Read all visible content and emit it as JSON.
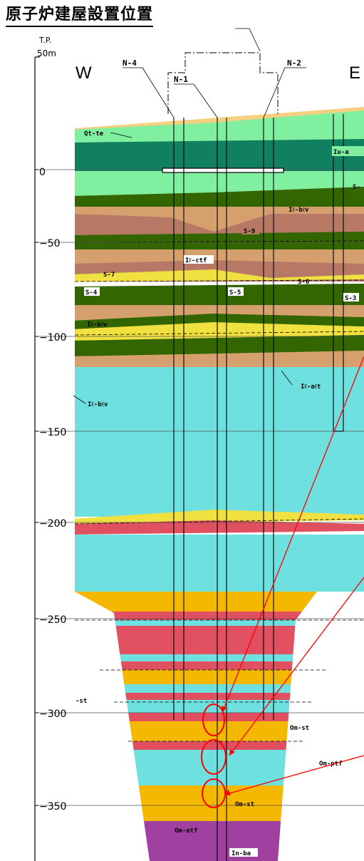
{
  "title": "原子炉建屋設置位置",
  "axis": {
    "unit_top": "T.P.",
    "unit_bottom": "50m",
    "ticks": [
      {
        "value": 0,
        "label": "0"
      },
      {
        "value": -50,
        "label": "−50"
      },
      {
        "value": -100,
        "label": "−100"
      },
      {
        "value": -150,
        "label": "−150"
      },
      {
        "value": -200,
        "label": "−200"
      },
      {
        "value": -250,
        "label": "−250"
      },
      {
        "value": -300,
        "label": "−300"
      },
      {
        "value": -350,
        "label": "−350"
      }
    ]
  },
  "directions": {
    "west": "W",
    "east": "E"
  },
  "boreholes": [
    "N-4",
    "N-1",
    "N-2"
  ],
  "labels": {
    "qt_te": "Qt-te",
    "iu_a": "Iu-a",
    "s_partial": "S-",
    "il_blv_a": "Iℓ-bℓv",
    "s9": "S-9",
    "il_ctf": "Iℓ-ctf",
    "s7": "S-7",
    "s6": "S-6",
    "s4": "S-4",
    "s5": "S-5",
    "s3": "S-3",
    "il_blv_b": "Iℓ-bℓv",
    "il_alt": "Iℓ-aℓt",
    "il_blv_c": "Iℓ-bℓv",
    "st_left": "-st",
    "om_st_a": "Om-st",
    "om_ptf": "Om-ptf",
    "om_st_b": "Om-st",
    "om_atf": "Om-atf",
    "in_ba": "In-ba"
  },
  "colors": {
    "light_green": "#80f0a0",
    "dark_teal": "#108060",
    "olive_green": "#336600",
    "tan": "#d6a06e",
    "mauve": "#b87866",
    "cyan": "#6ee0e0",
    "yellow": "#f0e040",
    "orange": "#f5b800",
    "red": "#e05060",
    "purple": "#a040a0",
    "sand": "#f5d080",
    "annotation_red": "#ff0000"
  }
}
